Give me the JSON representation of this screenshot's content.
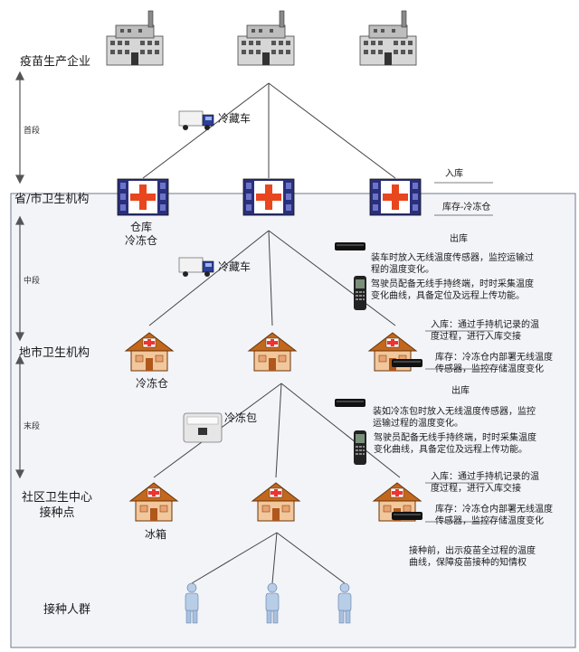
{
  "levels": {
    "manufacturer": "疫苗生产企业",
    "provincial": "省/市卫生机构",
    "municipal": "地市卫生机构",
    "community": "社区卫生中心\n接种点",
    "recipients": "接种人群"
  },
  "stages": {
    "first": "首段",
    "middle": "中段",
    "last": "末段"
  },
  "transport": {
    "truck1": "冷藏车",
    "truck2": "冷藏车",
    "coldbag": "冷冻包"
  },
  "storage": {
    "warehouse": "仓库\n冷冻仓",
    "municipal_cold": "冷冻仓",
    "fridge": "冰箱"
  },
  "provincial_ops": {
    "inbound": "入库",
    "stock": "库存-冷冻仓",
    "outbound": "出库"
  },
  "middle_notes": {
    "sensor": "装车时放入无线温度传感器，监控运输过\n程的温度变化。",
    "handheld": "驾驶员配备无线手持终端，时时采集温度\n变化曲线，具备定位及远程上传功能。",
    "inbound": "入库：通过手持机记录的温\n度过程，进行入库交接",
    "stock": "库存：冷冻仓内部署无线温度\n传感器，监控存储温度变化",
    "outbound": "出库"
  },
  "last_notes": {
    "sensor": "装如冷冻包时放入无线温度传感器，监控\n运输过程的温度变化。",
    "handheld": "驾驶员配备无线手持终端，时时采集温度\n变化曲线，具备定位及远程上传功能。",
    "inbound": "入库：通过手持机记录的温\n度过程，进行入库交接",
    "stock": "库存：冷冻仓内部署无线温度\n传感器，监控存储温度变化",
    "final": "接种前，出示疫苗全过程的温度\n曲线，保障疫苗接种的知情权"
  }
}
